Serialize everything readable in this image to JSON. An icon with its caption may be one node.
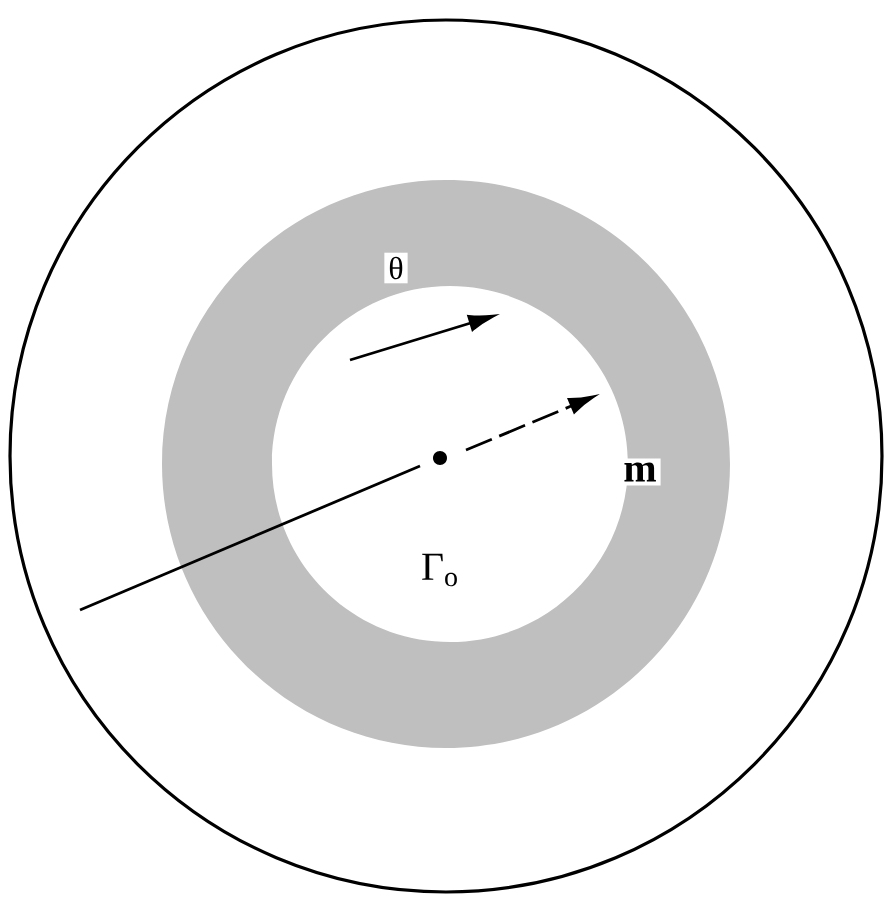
{
  "diagram": {
    "labels": [
      "θ",
      "m",
      "Γ$_{o}$"
    ]
  }
}
